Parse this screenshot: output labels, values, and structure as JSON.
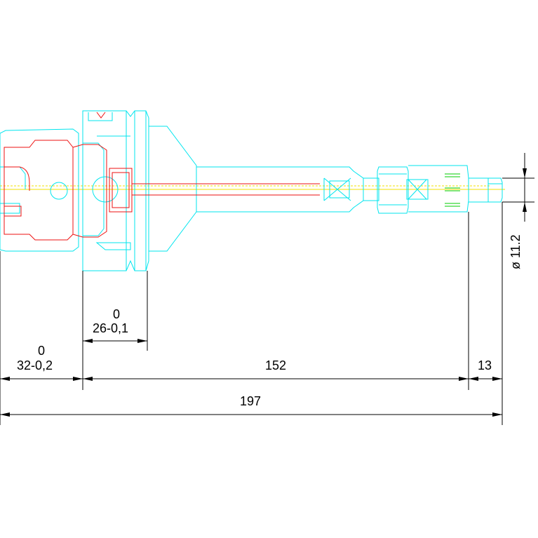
{
  "dimensions": {
    "length_total": "197",
    "length_152": "152",
    "length_13": "13",
    "length_32": "32",
    "length_32_deviation": "0",
    "length_32_tolerance": "-0,2",
    "length_26": "26",
    "length_26_deviation": "0",
    "length_26_tolerance": "-0,1",
    "diameter": "ø 11.2"
  },
  "colors": {
    "outline": "#00e5ee",
    "inner": "#ee1111",
    "centerline": "#f0e000",
    "detail": "#00cc00",
    "dimension": "#000000"
  }
}
